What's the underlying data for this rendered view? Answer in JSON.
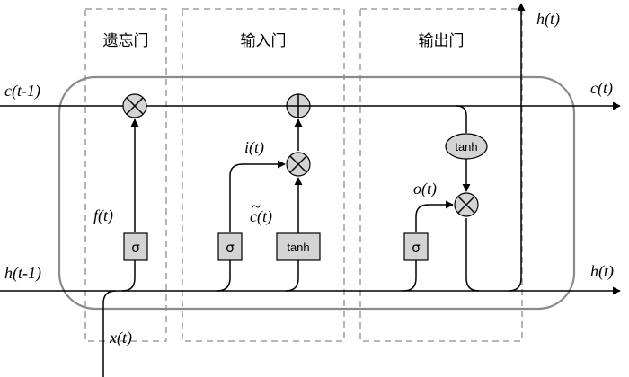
{
  "gates": {
    "forget": "遗忘门",
    "input": "输入门",
    "output": "输出门"
  },
  "labels": {
    "c_prev": "c(t-1)",
    "c_next": "c(t)",
    "h_prev": "h(t-1)",
    "h_next": "h(t)",
    "h_up": "h(t)",
    "x_in": "x(t)",
    "f": "f(t)",
    "i": "i(t)",
    "c_tilde": "c(t)",
    "c_tilde_accent": "~",
    "o": "o(t)"
  },
  "boxes": {
    "sigma": "σ",
    "tanh": "tanh"
  },
  "icons": [
    "multiply-icon",
    "add-icon"
  ]
}
